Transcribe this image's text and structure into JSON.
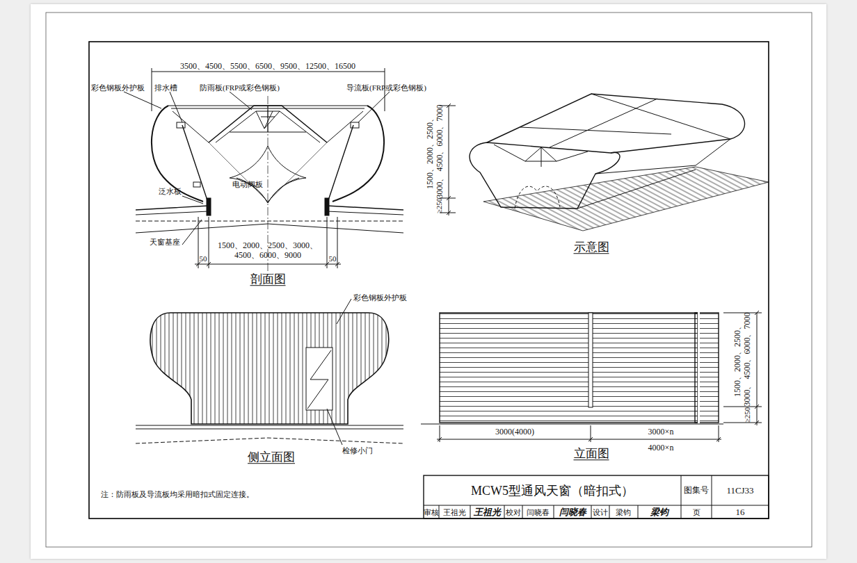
{
  "diagram": {
    "title": "MCW5型通风天窗（暗扣式）",
    "labels": [
      "3500、4500、5500、6500、9500、12500、16500",
      "彩色钢板外护板",
      "排水槽",
      "防雨板(FRP或彩色钢板)",
      "导流板(FRP或彩色钢板)",
      "泛水板",
      "电动阀板",
      "天窗基座",
      "1500、2000、2500、3000、 4500、6000、9000",
      "50",
      "50",
      "剖面图",
      "1500、2000、2500、3000、 4500、6000、7000",
      "≥250",
      "示意图",
      "彩色钢板外护板",
      "检修小门",
      "侧立面图",
      "3000(4000)",
      "3000×n",
      "4000×n",
      "立面图",
      "1500、2000、2500、3000、 4500、6000、7000",
      "≥250",
      "注：防雨板及导流板均采用暗扣式固定连接。",
      "图集号",
      "11CJ33",
      "审核",
      "王祖光",
      "王祖光",
      "校对",
      "闫晓春",
      "闫晓春",
      "设计",
      "梁钧",
      "梁钧",
      "页",
      "16"
    ]
  }
}
